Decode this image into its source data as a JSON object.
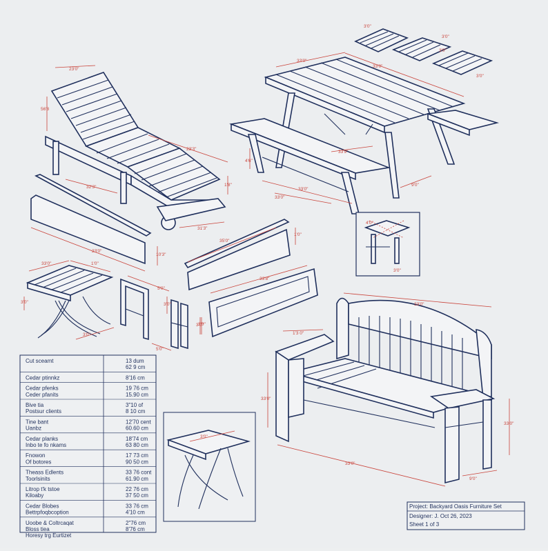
{
  "cut_table": {
    "rows": [
      {
        "label": "Cut sceamt",
        "value": "13 dum\n62 9 cm"
      },
      {
        "label": "Cedar ptinnkz",
        "value": "8'16 cm"
      },
      {
        "label": "Cedar pfenks\nCeder pfanits",
        "value": "19 76 cm\n15.90 cm"
      },
      {
        "label": "Bive tia\nPostsur clients",
        "value": "3\"10 of\n8 10 cm"
      },
      {
        "label": "Tine bant\nUanbz",
        "value": "12'70 cent\n60.60 cm"
      },
      {
        "label": "Cedar planks\nInbo te fo nkams",
        "value": "18'74 cm\n63 80 cm"
      },
      {
        "label": "Fnowon\nOf botores",
        "value": "17 73 cm\n90 50 cm"
      },
      {
        "label": "Theass Edlents\nToorlsinits",
        "value": "33 76 cont\n61.90 cm"
      },
      {
        "label": "Litrop t'k tstoe\nKiloaby",
        "value": "22 76 cm\n37 50 cm"
      },
      {
        "label": "Cedar Blobes\nBettrpfoqbcoption",
        "value": "33 76 cm\n4'10 cm"
      },
      {
        "label": "Uoobe & Coltrcaqat\nBloss tiea\nHoresy trg Eurtizet",
        "value": "2\"76 cm\n8'76 cm"
      }
    ]
  },
  "title_block": {
    "project": "Project: Backyard Oasis Furniture Set",
    "designer": "Designer: J. Oct 26, 2023",
    "sheet": "Sheet 1 of 3"
  },
  "dimensions": {
    "lounger_top": "23'0\"",
    "lounger_side": "56'8",
    "lounger_len": "23'3\"",
    "lounger_base": "32'3\"",
    "lounger_foot": "31'3\"",
    "lounger_left": "1'8\"",
    "table_top": "33'0\"",
    "table_top2": "33'0\"",
    "table_side": "9'0\"",
    "bench_len": "33'9\"",
    "bench_len2": "33'0\"",
    "bench_h": "4'6\"",
    "slat1": "3'0\"",
    "slat2": "3'0\"",
    "slat3": "3'0\"",
    "plank_long": "23'0\"",
    "plank_h": "10'3\"",
    "board_top": "35'0\"",
    "board_h": "1'0\"",
    "board2": "33'8\"",
    "board2_h": "3'0\"",
    "stool_top": "33'0\"",
    "stool_top2": "1'0\"",
    "stool_h": "3'0\"",
    "stool_base": "3'0\"",
    "frame_w": "5'0\"",
    "frame_h": "3'0\"",
    "post_h": "3'0\"",
    "detail_a": "4'0\"",
    "detail_b": "3'0\"",
    "sofa_top": "33'0\"",
    "sofa_arm": "1'3 0\"",
    "sofa_h": "33'0\"",
    "sofa_depth": "33'0\"",
    "sofa_base": "33'0\"",
    "sofa_foot": "9'0\"",
    "sofa_right": "33'0\"",
    "stool2_top": "3'0\""
  },
  "colors": {
    "ink": "#1f2f5c",
    "dim": "#c9433a",
    "paper": "#eceef0"
  }
}
